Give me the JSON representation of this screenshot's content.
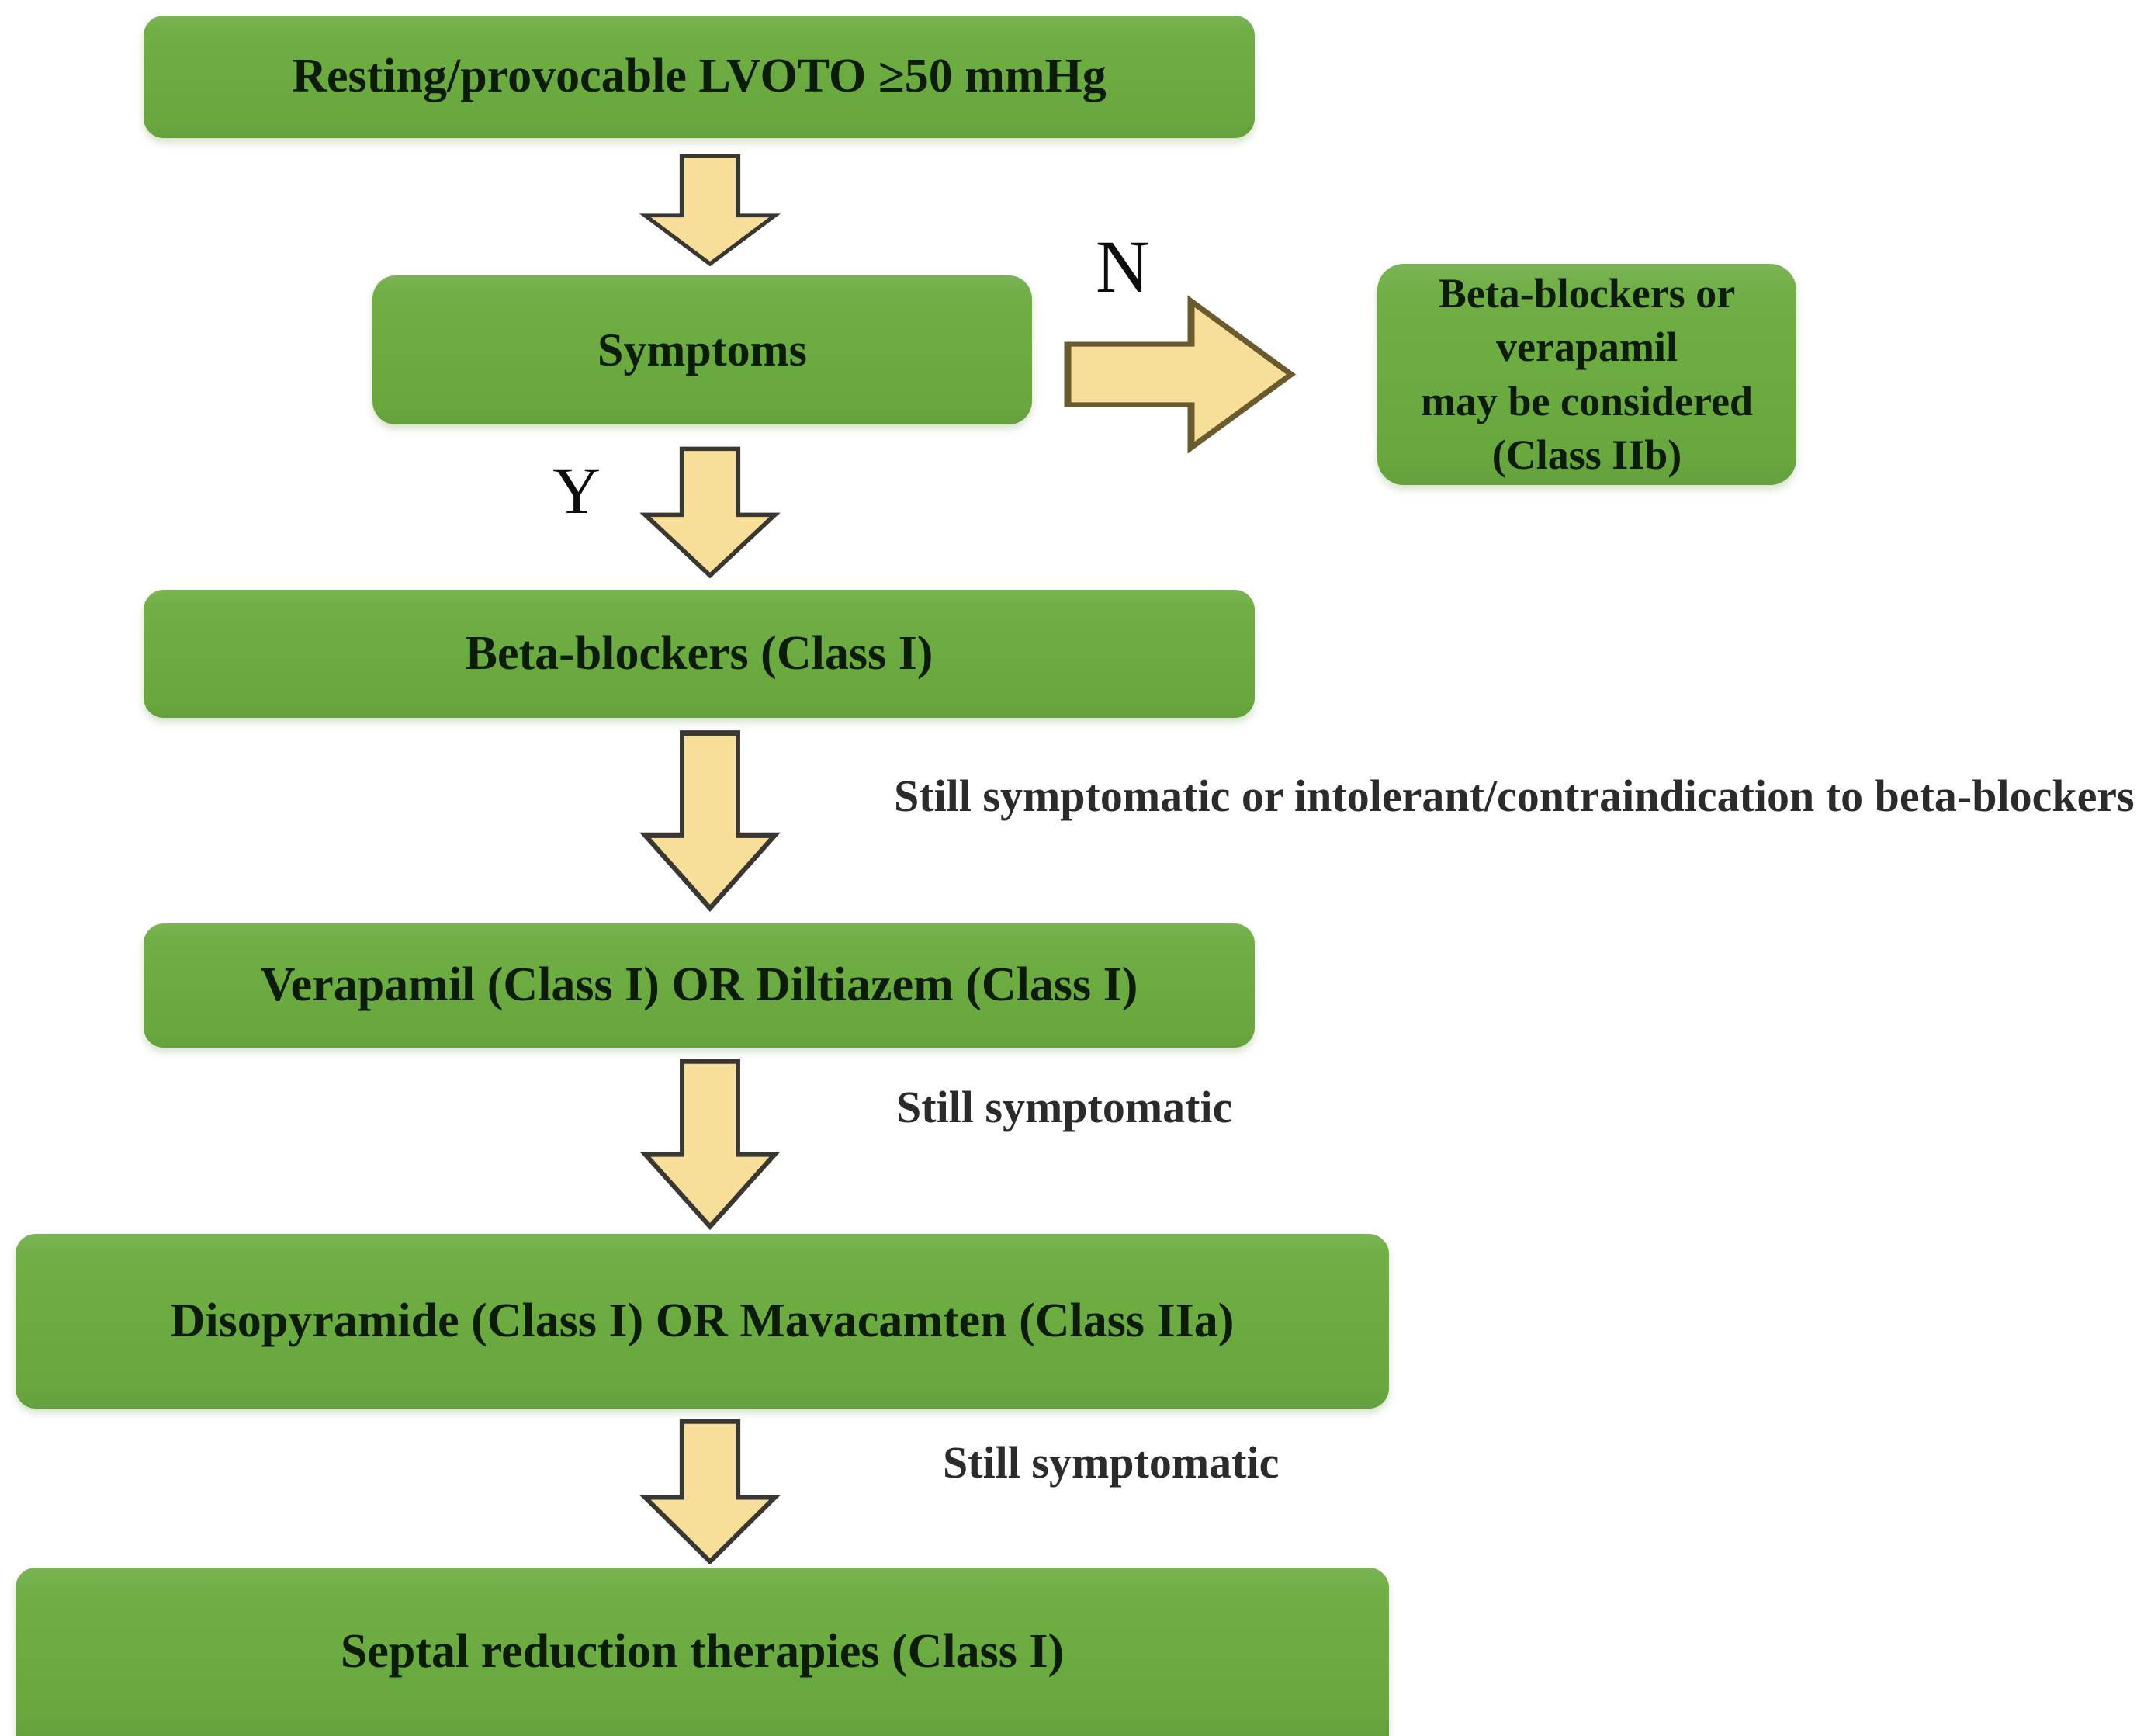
{
  "diagram": {
    "title": "HCM LVOTO pharmacologic treatment algorithm",
    "colors": {
      "node_fill": "#6CAC41",
      "node_text": "#0d1c06",
      "arrow_fill": "#F7DF99",
      "arrow_stroke": "#3A3632",
      "label_text": "#2b2b2b",
      "background": "#ffffff"
    },
    "nodes": [
      {
        "id": "lvoto",
        "label": "Resting/provocable LVOTO ≥50 mmHg"
      },
      {
        "id": "symptoms",
        "label": "Symptoms"
      },
      {
        "id": "bb_verapamil",
        "label": "Beta-blockers or verapamil\nmay be considered (Class IIb)"
      },
      {
        "id": "betablockers",
        "label": "Beta-blockers (Class I)"
      },
      {
        "id": "verapamil",
        "label": "Verapamil (Class I) OR Diltiazem (Class I)"
      },
      {
        "id": "disopyramide",
        "label": "Disopyramide (Class I) OR Mavacamten (Class IIa)"
      },
      {
        "id": "septal",
        "label": "Septal reduction therapies (Class I)"
      }
    ],
    "branch_letters": [
      {
        "id": "no",
        "label": "N"
      },
      {
        "id": "yes",
        "label": "Y"
      }
    ],
    "edge_labels": [
      {
        "id": "intolerant",
        "label": "Still symptomatic or intolerant/contraindication to beta-blockers"
      },
      {
        "id": "still_symptomatic_1",
        "label": "Still symptomatic"
      },
      {
        "id": "still_symptomatic_2",
        "label": "Still symptomatic"
      }
    ],
    "arrows": [
      {
        "id": "lvoto-to-symptoms",
        "direction": "down"
      },
      {
        "id": "symptoms-to-bb",
        "direction": "right"
      },
      {
        "id": "symptoms-to-beta",
        "direction": "down"
      },
      {
        "id": "beta-to-verapamil",
        "direction": "down"
      },
      {
        "id": "verapamil-to-diso",
        "direction": "down"
      },
      {
        "id": "diso-to-septal",
        "direction": "down"
      }
    ]
  }
}
